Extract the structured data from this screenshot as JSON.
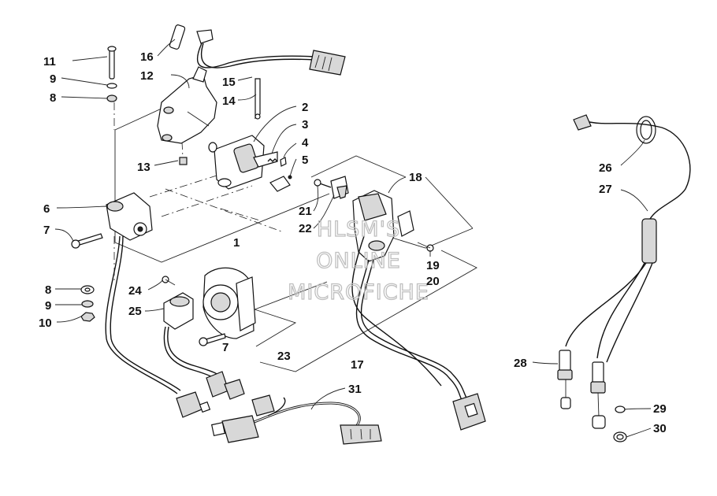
{
  "diagram": {
    "callouts": [
      {
        "id": "c1",
        "text": "1"
      },
      {
        "id": "c2",
        "text": "2"
      },
      {
        "id": "c3",
        "text": "3"
      },
      {
        "id": "c4",
        "text": "4"
      },
      {
        "id": "c5",
        "text": "5"
      },
      {
        "id": "c6",
        "text": "6"
      },
      {
        "id": "c7a",
        "text": "7"
      },
      {
        "id": "c7b",
        "text": "7"
      },
      {
        "id": "c8a",
        "text": "8"
      },
      {
        "id": "c8b",
        "text": "8"
      },
      {
        "id": "c9a",
        "text": "9"
      },
      {
        "id": "c9b",
        "text": "9"
      },
      {
        "id": "c10",
        "text": "10"
      },
      {
        "id": "c11",
        "text": "11"
      },
      {
        "id": "c12",
        "text": "12"
      },
      {
        "id": "c13",
        "text": "13"
      },
      {
        "id": "c14",
        "text": "14"
      },
      {
        "id": "c15",
        "text": "15"
      },
      {
        "id": "c16",
        "text": "16"
      },
      {
        "id": "c17",
        "text": "17"
      },
      {
        "id": "c18",
        "text": "18"
      },
      {
        "id": "c19",
        "text": "19"
      },
      {
        "id": "c20",
        "text": "20"
      },
      {
        "id": "c21",
        "text": "21"
      },
      {
        "id": "c22",
        "text": "22"
      },
      {
        "id": "c23",
        "text": "23"
      },
      {
        "id": "c24",
        "text": "24"
      },
      {
        "id": "c25",
        "text": "25"
      },
      {
        "id": "c26",
        "text": "26"
      },
      {
        "id": "c27",
        "text": "27"
      },
      {
        "id": "c28",
        "text": "28"
      },
      {
        "id": "c29",
        "text": "29"
      },
      {
        "id": "c30",
        "text": "30"
      },
      {
        "id": "c31",
        "text": "31"
      }
    ],
    "watermark": {
      "line1": "HLSM'S",
      "line2": "ONLINE",
      "line3": "MICROFICHE"
    }
  }
}
